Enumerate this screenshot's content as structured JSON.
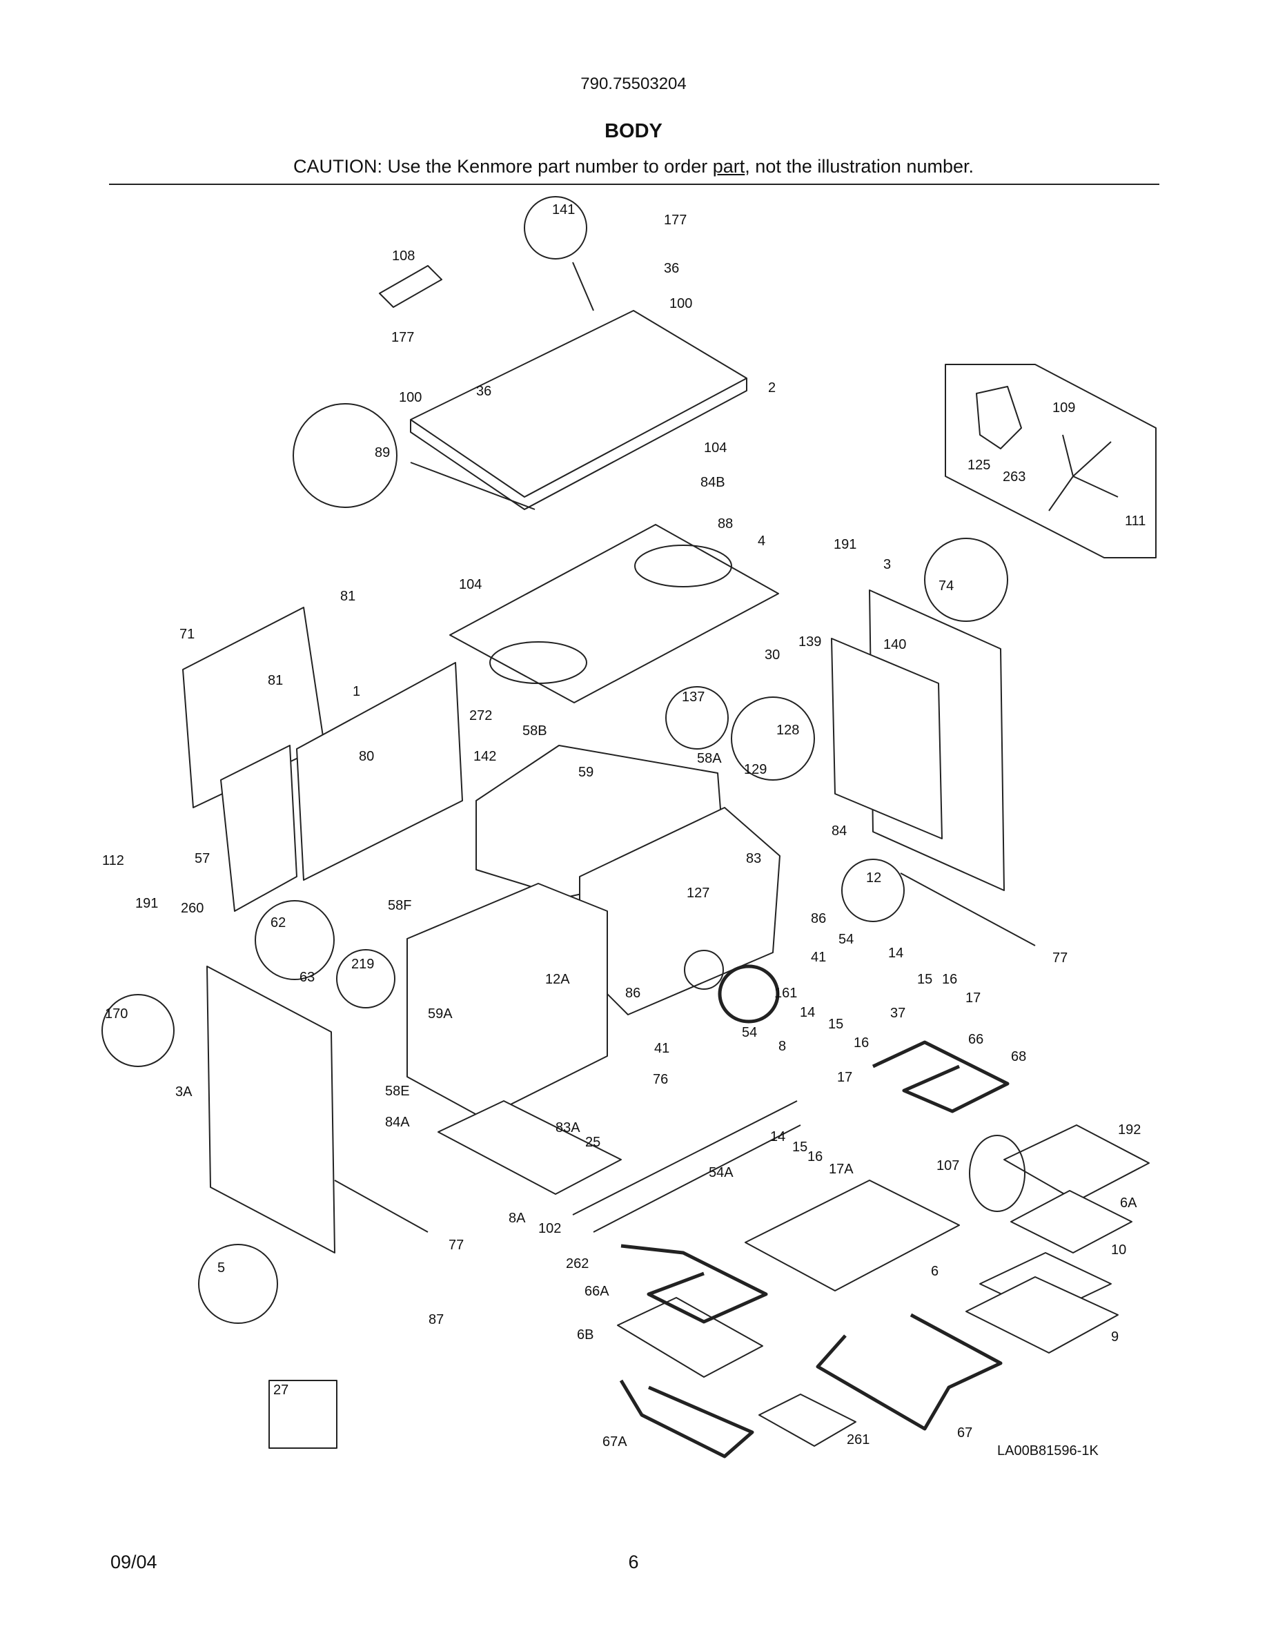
{
  "header": {
    "model_number": "790.75503204",
    "section_title": "BODY",
    "caution_prefix": "CAUTION: Use the Kenmore part number to order ",
    "caution_underlined": "part",
    "caution_suffix": ", not the illustration number."
  },
  "diagram": {
    "drawing_code": "LA00B81596-1K",
    "callouts": [
      "141",
      "177",
      "36",
      "100",
      "108",
      "177",
      "100",
      "36",
      "2",
      "89",
      "109",
      "125",
      "263",
      "111",
      "104",
      "84B",
      "88",
      "4",
      "191",
      "3",
      "74",
      "104",
      "81",
      "71",
      "81",
      "1",
      "272",
      "30",
      "139",
      "140",
      "58B",
      "137",
      "128",
      "80",
      "142",
      "59",
      "58A",
      "129",
      "84",
      "57",
      "83",
      "12",
      "112",
      "191",
      "260",
      "58F",
      "127",
      "86",
      "62",
      "63",
      "219",
      "41",
      "54",
      "14",
      "15",
      "16",
      "17",
      "77",
      "12A",
      "161",
      "37",
      "86",
      "59A",
      "54",
      "14",
      "15",
      "170",
      "16",
      "66",
      "68",
      "8",
      "17",
      "41",
      "76",
      "58E",
      "3A",
      "84A",
      "83A",
      "25",
      "107",
      "192",
      "14",
      "15",
      "54A",
      "16",
      "17A",
      "6A",
      "8A",
      "102",
      "77",
      "262",
      "6",
      "10",
      "5",
      "66A",
      "87",
      "6B",
      "9",
      "27",
      "67",
      "67A",
      "261"
    ]
  },
  "footer": {
    "date": "09/04",
    "page": "6"
  }
}
